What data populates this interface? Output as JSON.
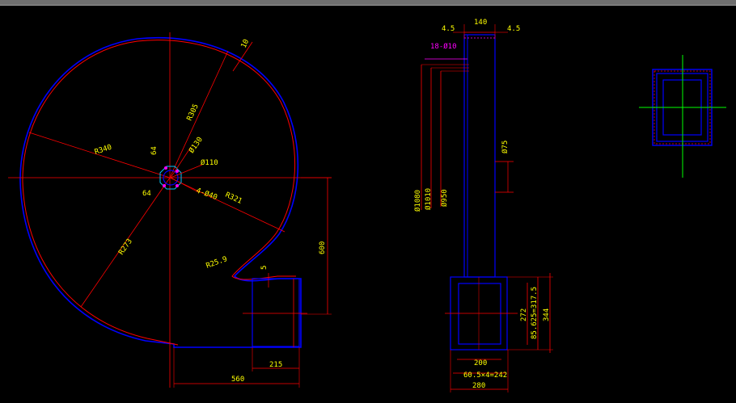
{
  "colors": {
    "background": "#000000",
    "outline": "#0000ff",
    "dimension": "#ff0000",
    "text": "#ffff00",
    "center": "#00ff00",
    "leader": "#ff00ff",
    "titlebar": "#6f6f6f"
  },
  "scroll_view": {
    "dims": {
      "d10": "10",
      "r305": "R305",
      "r340": "R340",
      "r273": "R273",
      "r321": "R321",
      "phi130": "Ø130",
      "phi110": "Ø110",
      "d64a": "64",
      "d64b": "64",
      "phi40": "4-Ø40",
      "r25": "R25.9",
      "d5": "5",
      "d600": "600",
      "d215": "215",
      "d560": "560"
    }
  },
  "side_view": {
    "dims": {
      "d140": "140",
      "d45a": "4.5",
      "d45b": "4.5",
      "holes": "18-Ø10",
      "phi1080": "Ø1080",
      "phi1010": "Ø1010",
      "phi950": "Ø950",
      "phi75": "Ø75",
      "d272": "272",
      "d344": "344",
      "d317": "85.625=317.5",
      "d200": "200",
      "d242": "60.5×4=242",
      "d280": "280"
    }
  }
}
